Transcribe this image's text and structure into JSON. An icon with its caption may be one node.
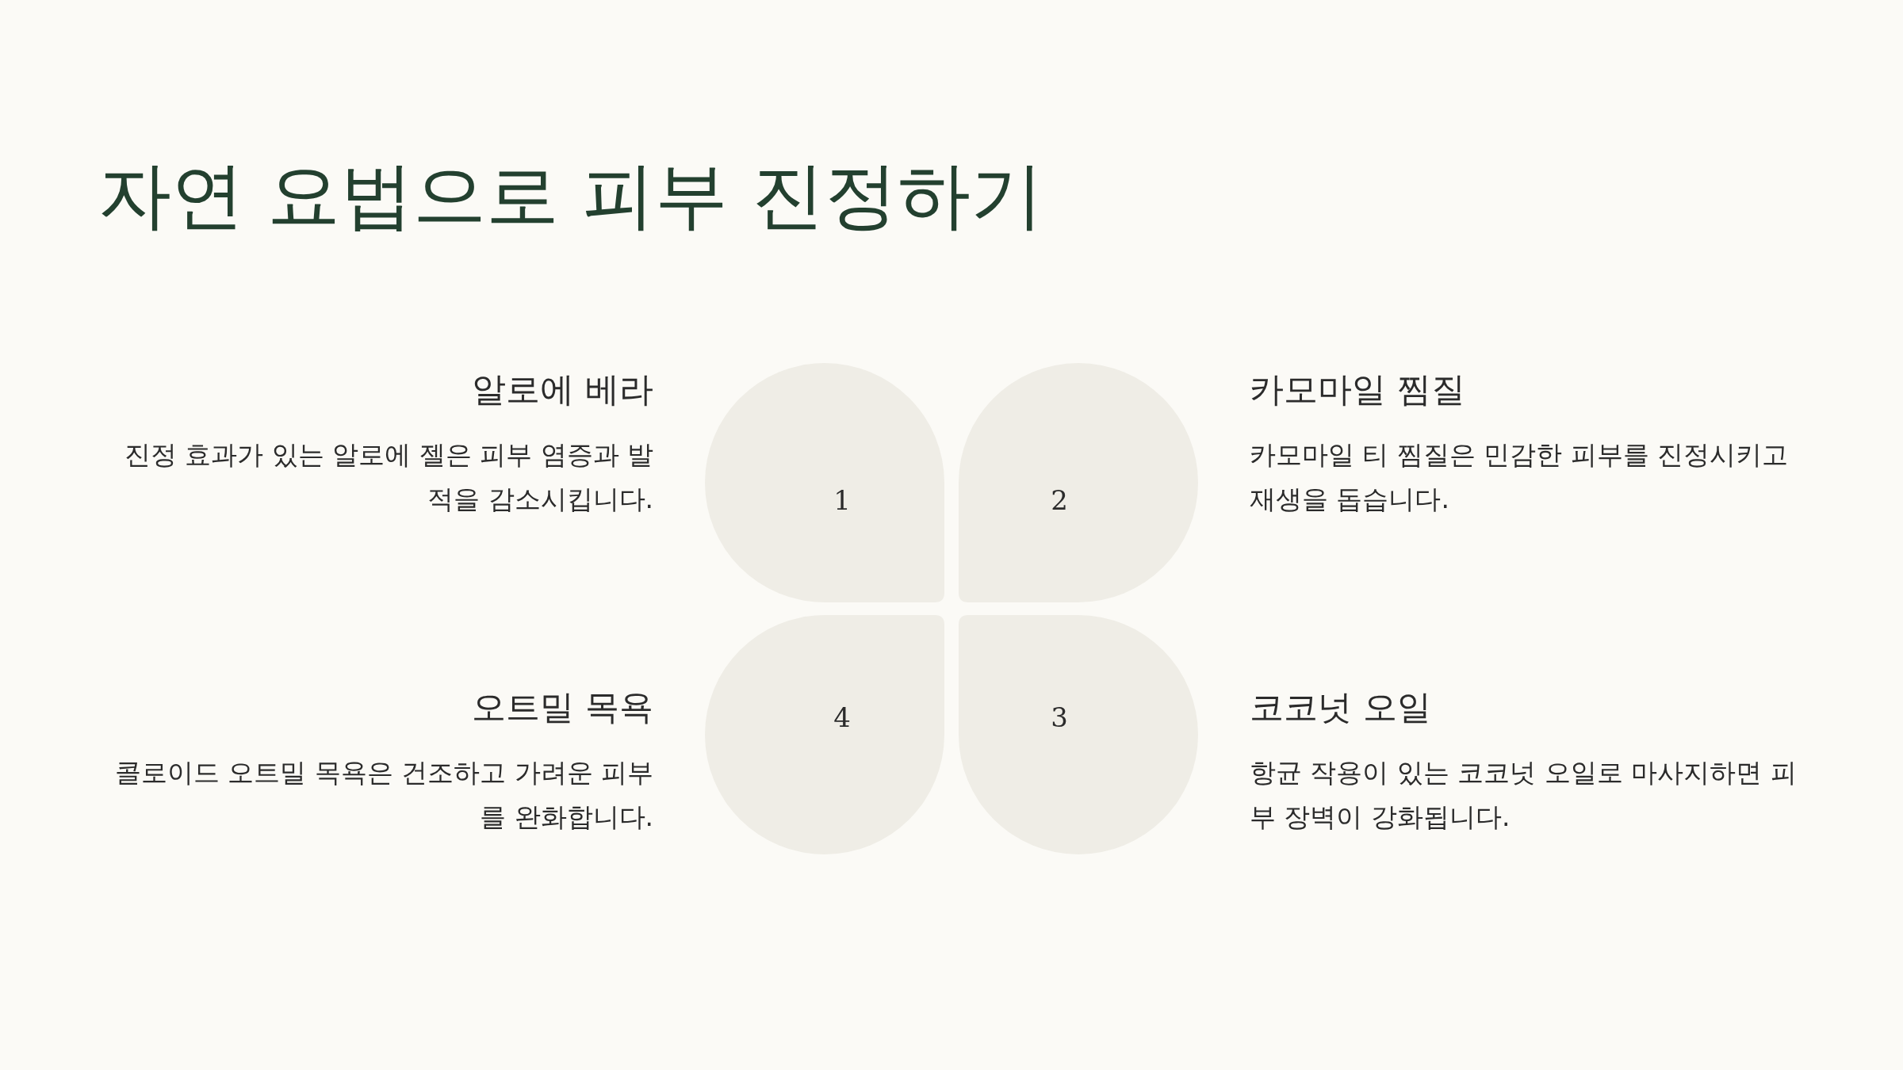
{
  "diagram": {
    "title": "자연 요법으로 피부 진정하기",
    "nodes": [
      {
        "text": [
          "1"
        ],
        "beside": [
          "알로에 베라",
          "진정 효과가 있는 알로에 젤은 피부 염증과 발적을 감소시킵니다."
        ]
      },
      {
        "text": [
          "2"
        ],
        "beside": [
          "카모마일 찜질",
          "카모마일 티 찜질은 민감한 피부를 진정시키고 재생을 돕습니다."
        ]
      },
      {
        "text": [
          "3"
        ],
        "beside": [
          "코코넛 오일",
          "항균 작용이 있는 코코넛 오일로 마사지하면 피부 장벽이 강화됩니다."
        ]
      },
      {
        "text": [
          "4"
        ],
        "beside": [
          "오트밀 목욕",
          "콜로이드 오트밀 목욕은 건조하고 가려운 피부를 완화합니다."
        ]
      }
    ]
  }
}
